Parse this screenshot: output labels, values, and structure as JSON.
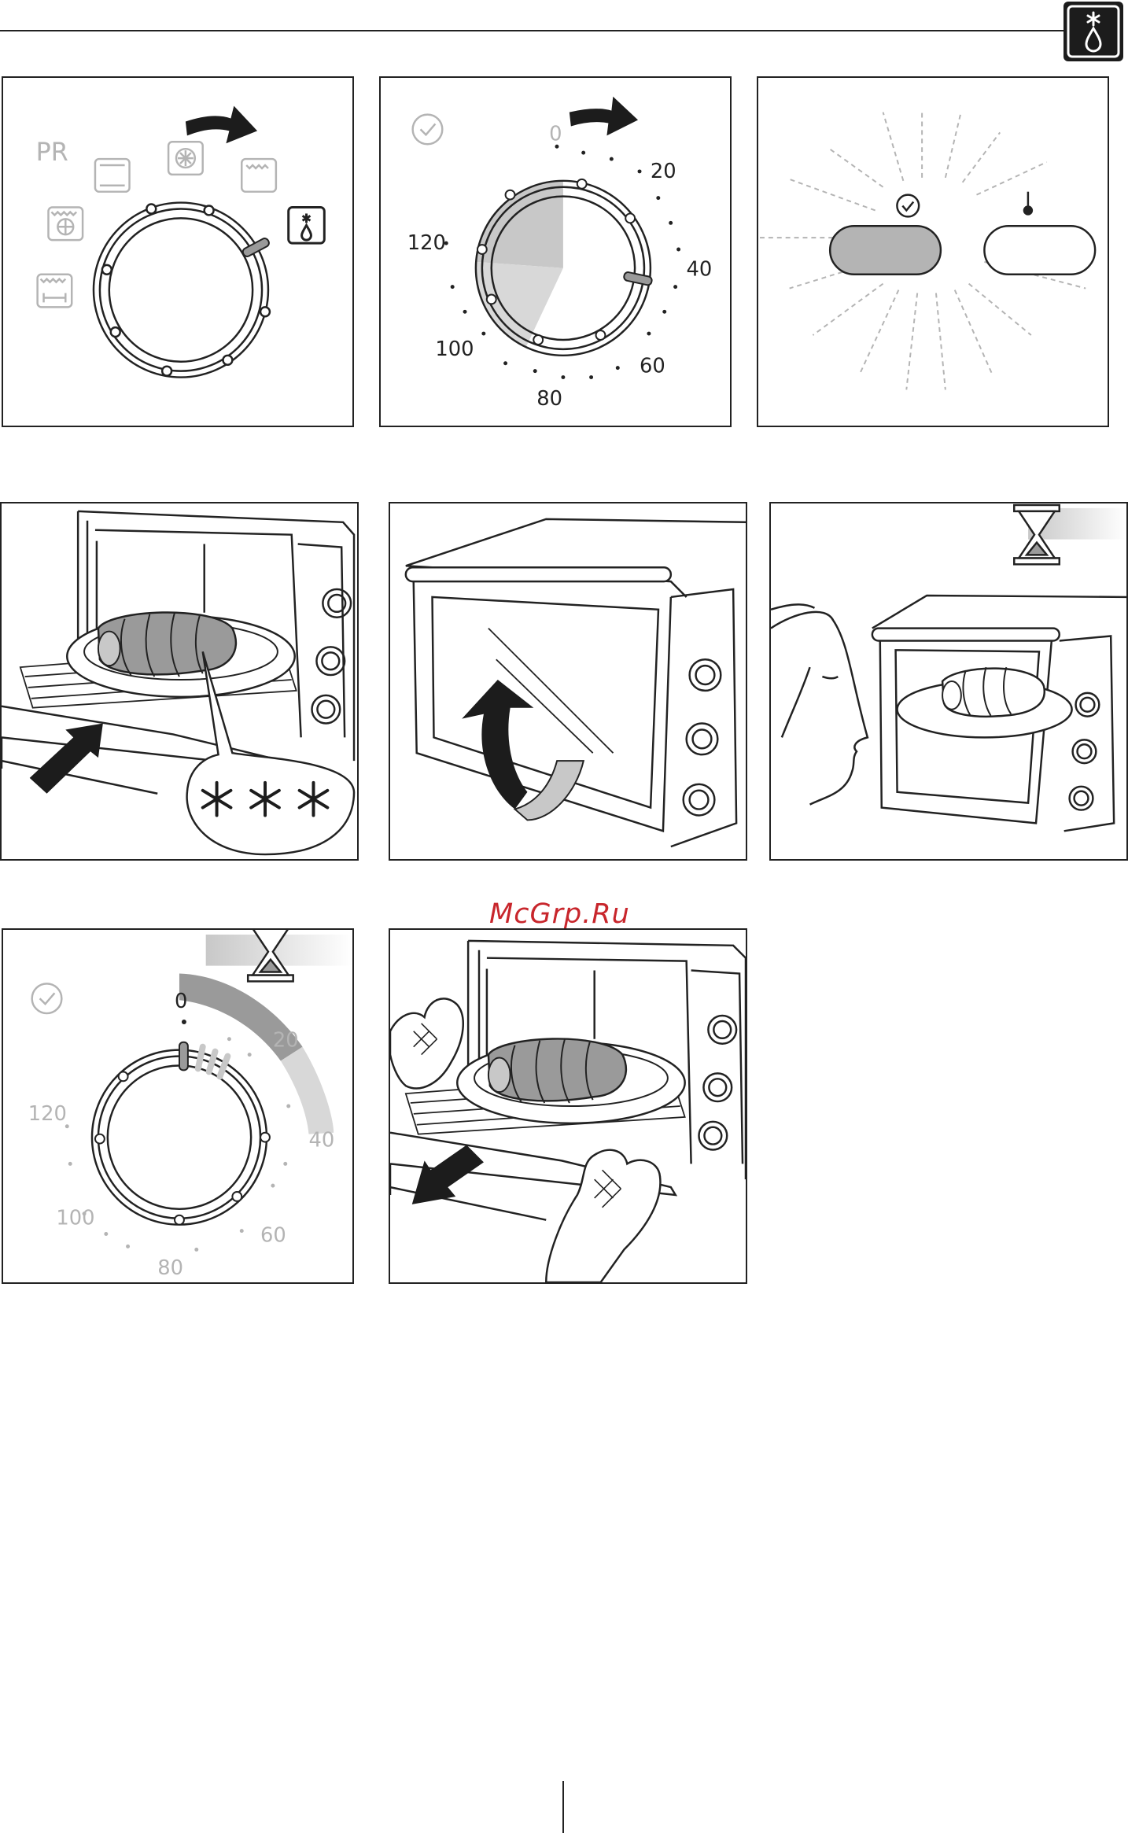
{
  "page": {
    "watermark": "McGrp.Ru",
    "mode_icon": "defrost-snowflake-drop-icon"
  },
  "panel1": {
    "mode_label": "PR",
    "icons": [
      "conventional-oven-icon",
      "fan-oven-icon",
      "top-heat-icon",
      "fan-grill-icon",
      "bottom-heat-icon",
      "defrost-icon"
    ],
    "selected": "defrost-icon"
  },
  "panel2": {
    "timer_labels": {
      "zero": "0",
      "t20": "20",
      "t40": "40",
      "t60": "60",
      "t80": "80",
      "t100": "100",
      "t120": "120"
    },
    "icon": "clock-icon"
  },
  "panel3": {
    "icons": [
      "clock-icon",
      "thermometer-icon"
    ],
    "lit": "timer-indicator-lamp"
  },
  "panel4": {
    "icons": [
      "snowflake-icon",
      "snowflake-icon",
      "snowflake-icon"
    ]
  },
  "panel5": {
    "icons": [
      "door-close-arrow-icon"
    ]
  },
  "panel6": {
    "icons": [
      "hourglass-icon"
    ]
  },
  "panel7": {
    "timer_labels": {
      "zero": "0",
      "t20": "20",
      "t40": "40",
      "t60": "60",
      "t80": "80",
      "t100": "100",
      "t120": "120"
    },
    "icon": "clock-icon"
  },
  "panel8": {
    "icons": [
      "oven-mitt-icon",
      "oven-mitt-icon",
      "pull-out-arrow-icon"
    ]
  },
  "colors": {
    "ink": "#222222",
    "grey": "#b4b4b4",
    "fill_grey": "#c8c8c8",
    "watermark": "#c8262c",
    "badge": "#1c1c1c"
  }
}
